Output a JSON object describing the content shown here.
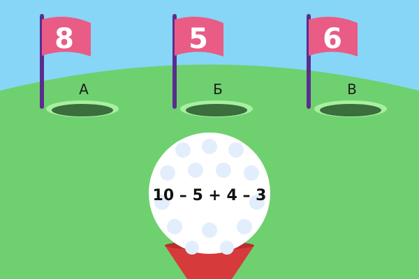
{
  "colors": {
    "sky": "#87d6f7",
    "grass": "#6fd06f",
    "hole_rim": "#a8f0a0",
    "hole_inside": "#3a6e3c",
    "pole": "#5a2d8f",
    "flag": "#e95c86",
    "ball": "#ffffff",
    "ball_dimple": "#e2eefc",
    "tee": "#d63a3a",
    "tee_shadow": "#b82e2e"
  },
  "holes": [
    {
      "flag_number": "8",
      "letter": "А"
    },
    {
      "flag_number": "5",
      "letter": "Б"
    },
    {
      "flag_number": "6",
      "letter": "В"
    }
  ],
  "ball": {
    "problem": "10 – 5 + 4 – 3"
  }
}
